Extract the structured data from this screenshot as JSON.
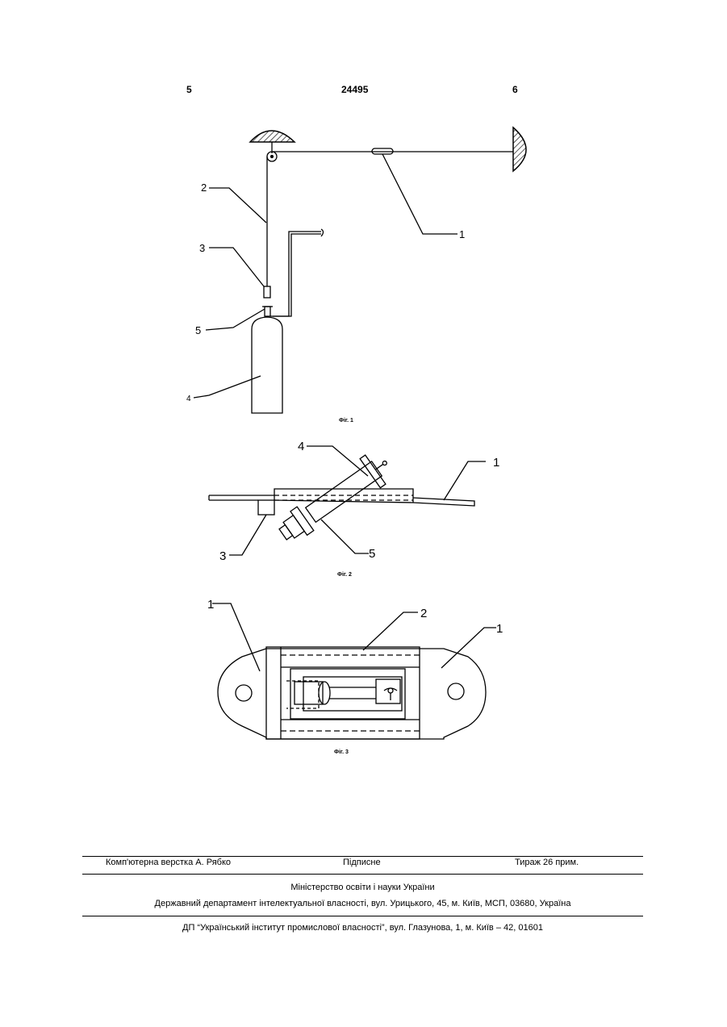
{
  "header": {
    "left_page": "5",
    "patent_number": "24495",
    "right_page": "6"
  },
  "figures": {
    "fig1": {
      "caption": "Фіг. 1",
      "labels": [
        "1",
        "2",
        "3",
        "4",
        "5"
      ]
    },
    "fig2": {
      "caption": "Фіг. 2",
      "labels": [
        "1",
        "3",
        "4",
        "5"
      ]
    },
    "fig3": {
      "caption": "Фіг. 3",
      "labels": [
        "1",
        "2",
        "1"
      ]
    }
  },
  "footer": {
    "layout": "Комп'ютерна верстка А. Рябко",
    "signed": "Підписне",
    "circulation": "Тираж 26 прим.",
    "ministry": "Міністерство освіти і науки України",
    "department": "Державний департамент інтелектуальної власності, вул. Урицького, 45, м. Київ, МСП, 03680, Україна",
    "institute": "ДП “Український інститут промислової власності”, вул. Глазунова, 1, м. Київ – 42, 01601"
  }
}
